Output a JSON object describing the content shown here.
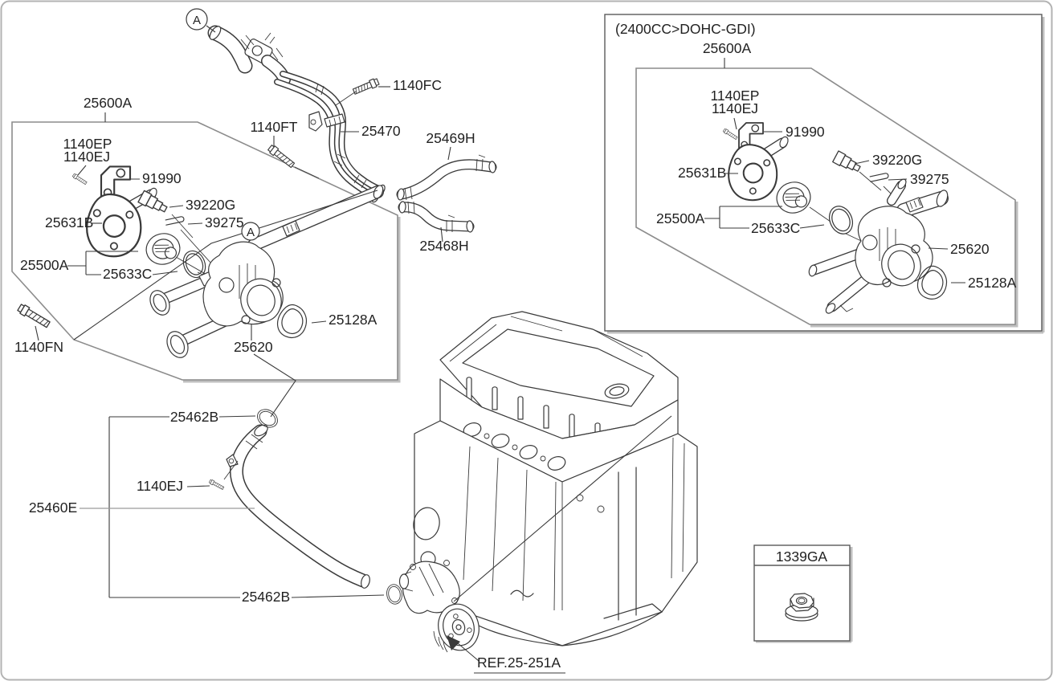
{
  "main": {
    "marker": "A",
    "labels": {
      "bolt_1140fc": "1140FC",
      "group_25600a": "25600A",
      "bolt_1140ft": "1140FT",
      "pipe_assy_25470": "25470",
      "hose_25469h": "25469H",
      "hose_25468h": "25468H",
      "bolt_1140ep": "1140EP",
      "bolt_1140ej": "1140EJ",
      "bracket_91990": "91990",
      "sensor_39220g": "39220G",
      "clip_39275": "39275",
      "fitting_25631b": "25631B",
      "thermostat_25500a": "25500A",
      "oring_25633c": "25633C",
      "bolt_1140fn": "1140FN",
      "housing_25620": "25620",
      "gasket_25128a": "25128A",
      "oring_top_25462b": "25462B",
      "bolt_lower_1140ej": "1140EJ",
      "pipe_25460e": "25460E",
      "oring_bottom_25462b": "25462B",
      "engine_ref": "REF.25-251A"
    }
  },
  "inset": {
    "title": "(2400CC>DOHC-GDI)",
    "labels": {
      "group_25600a": "25600A",
      "bolt_1140ep": "1140EP",
      "bolt_1140ej": "1140EJ",
      "bracket_91990": "91990",
      "fitting_25631b": "25631B",
      "sensor_39220g": "39220G",
      "clip_39275": "39275",
      "thermostat_25500a": "25500A",
      "oring_25633c": "25633C",
      "housing_25620": "25620",
      "gasket_25128a": "25128A"
    }
  },
  "hardware_box": {
    "part": "1339GA"
  },
  "colors": {
    "line": "#3a3a3a",
    "box_line": "#8c8c8c",
    "text": "#222222",
    "background": "#ffffff"
  }
}
